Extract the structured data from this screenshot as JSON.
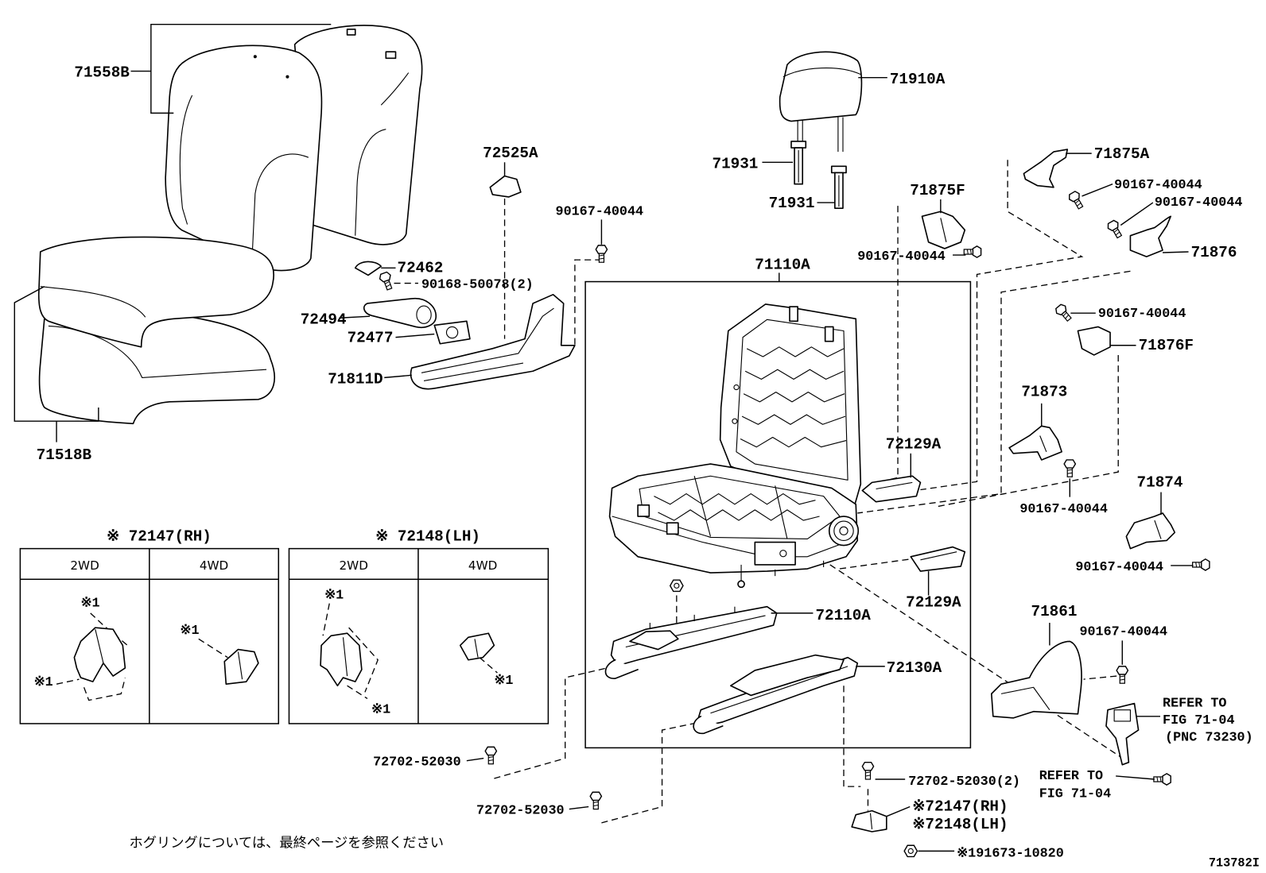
{
  "parts": {
    "seat_back_cover": "71558B",
    "seat_cushion_cover": "71518B",
    "clip_upper": "72525A",
    "screw_side_shield": "90167-40044",
    "cap": "72462",
    "screw_handle": "90168-50078(2)",
    "handle": "72494",
    "handle_base": "72477",
    "side_shield": "71811D",
    "headrest": "71910A",
    "headrest_guide_1": "71931",
    "headrest_guide_2": "71931",
    "cover_875f": "71875F",
    "screw_cover_875f": "90167-40044",
    "frame": "71110A",
    "cover_875a": "71875A",
    "screw_cover_875a_1": "90167-40044",
    "screw_cover_875a_2": "90167-40044",
    "cover_876": "71876",
    "screw_cover_876f": "90167-40044",
    "cover_876f": "71876F",
    "cover_873": "71873",
    "screw_cover_873": "90167-40044",
    "cover_129a_upper": "72129A",
    "cover_874": "71874",
    "screw_cover_874": "90167-40044",
    "cover_129a_lower": "72129A",
    "rail_inner": "72110A",
    "rail_outer": "72130A",
    "inner_shield": "71861",
    "screw_inner_shield": "90167-40044",
    "bolt_left_1": "72702-52030",
    "bolt_left_2": "72702-52030",
    "bolt_right": "72702-52030(2)",
    "bracket_rh": "※72147(RH)",
    "bracket_lh": "※72148(LH)",
    "nut": "※191673-10820"
  },
  "refer_notes": [
    {
      "line1": "REFER TO",
      "line2": "FIG 71-04",
      "line3": "(PNC 73230)"
    },
    {
      "line1": "REFER TO",
      "line2": "FIG 71-04"
    }
  ],
  "tables": [
    {
      "title": "※ 72147(RH)",
      "col1": "2WD",
      "col2": "4WD",
      "marks": [
        "※1",
        "※1",
        "※1"
      ]
    },
    {
      "title": "※ 72148(LH)",
      "col1": "2WD",
      "col2": "4WD",
      "marks": [
        "※1",
        "※1",
        "※1"
      ]
    }
  ],
  "note": "ホグリングについては、最終ページを参照ください",
  "figure_code": "713782I"
}
